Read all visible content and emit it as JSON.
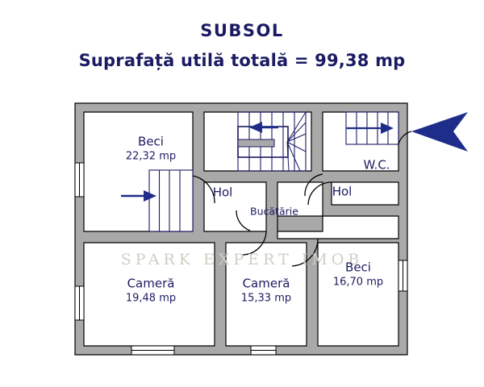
{
  "header": {
    "title": "SUBSOL",
    "subtitle": "Suprafață utilă totală = 99,38 mp"
  },
  "colors": {
    "wall_fill": "#a9a9a9",
    "wall_stroke": "#000000",
    "room_fill": "#ffffff",
    "text": "#1b1b63",
    "arrow": "#1f2d8a",
    "watermark": "#cfcfc4"
  },
  "plan": {
    "watermark": "SPARK EXPERT IMOB",
    "rooms": [
      {
        "id": "beci-top-left",
        "name": "Beci",
        "area": "22,32 mp"
      },
      {
        "id": "hol-left",
        "name": "Hol",
        "area": ""
      },
      {
        "id": "bucatarie",
        "name": "Bucătărie",
        "area": ""
      },
      {
        "id": "wc",
        "name": "W.C.",
        "area": ""
      },
      {
        "id": "hol-right",
        "name": "Hol",
        "area": ""
      },
      {
        "id": "camera-left",
        "name": "Cameră",
        "area": "19,48 mp"
      },
      {
        "id": "camera-middle",
        "name": "Cameră",
        "area": "15,33 mp"
      },
      {
        "id": "beci-bottom-right",
        "name": "Beci",
        "area": "16,70 mp"
      }
    ]
  }
}
